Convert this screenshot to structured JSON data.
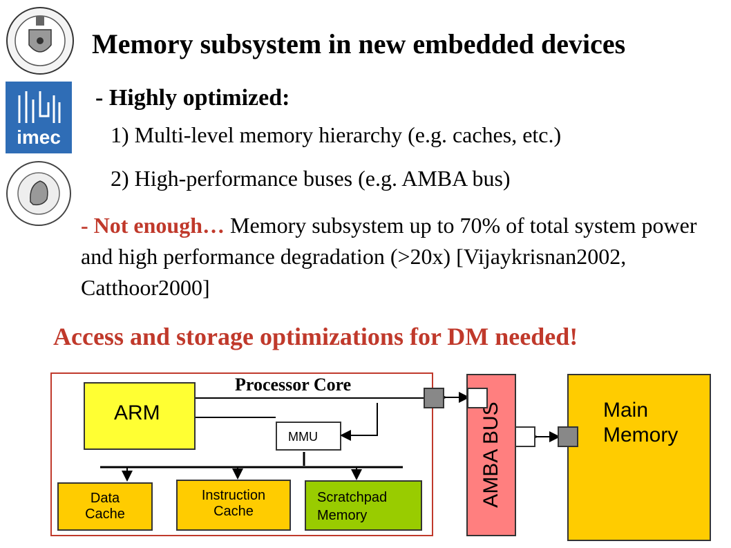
{
  "slide": {
    "title": "Memory subsystem in new embedded devices",
    "heading": "- Highly optimized:",
    "items": [
      "1) Multi-level memory hierarchy (e.g. caches, etc.)",
      "2) High-performance buses (e.g. AMBA bus)"
    ],
    "not_enough": "- Not enough…",
    "paragraph": " Memory subsystem up to 70% of total system power and high performance degradation (>20x) [Vijaykrisnan2002, Catthoor2000]",
    "conclusion": "Access and storage optimizations for DM needed!"
  },
  "logos": {
    "ucm": "ucm-seal",
    "imec": "imec",
    "duth": "duth-seal"
  },
  "diagram": {
    "processor_label": "Processor Core",
    "arm": "ARM",
    "mmu": "MMU",
    "data_cache": [
      "Data",
      "Cache"
    ],
    "instruction_cache": [
      "Instruction",
      "Cache"
    ],
    "scratchpad": [
      "Scratchpad",
      "Memory"
    ],
    "bus": "AMBA BUS",
    "main_memory": [
      "Main",
      "Memory"
    ]
  },
  "colors": {
    "red": "#c0392b",
    "yellow": "#ffcc00",
    "arm_yellow": "#ffff33",
    "green": "#99cc00",
    "pink": "#ff7f7f",
    "gray_port": "#888888"
  }
}
